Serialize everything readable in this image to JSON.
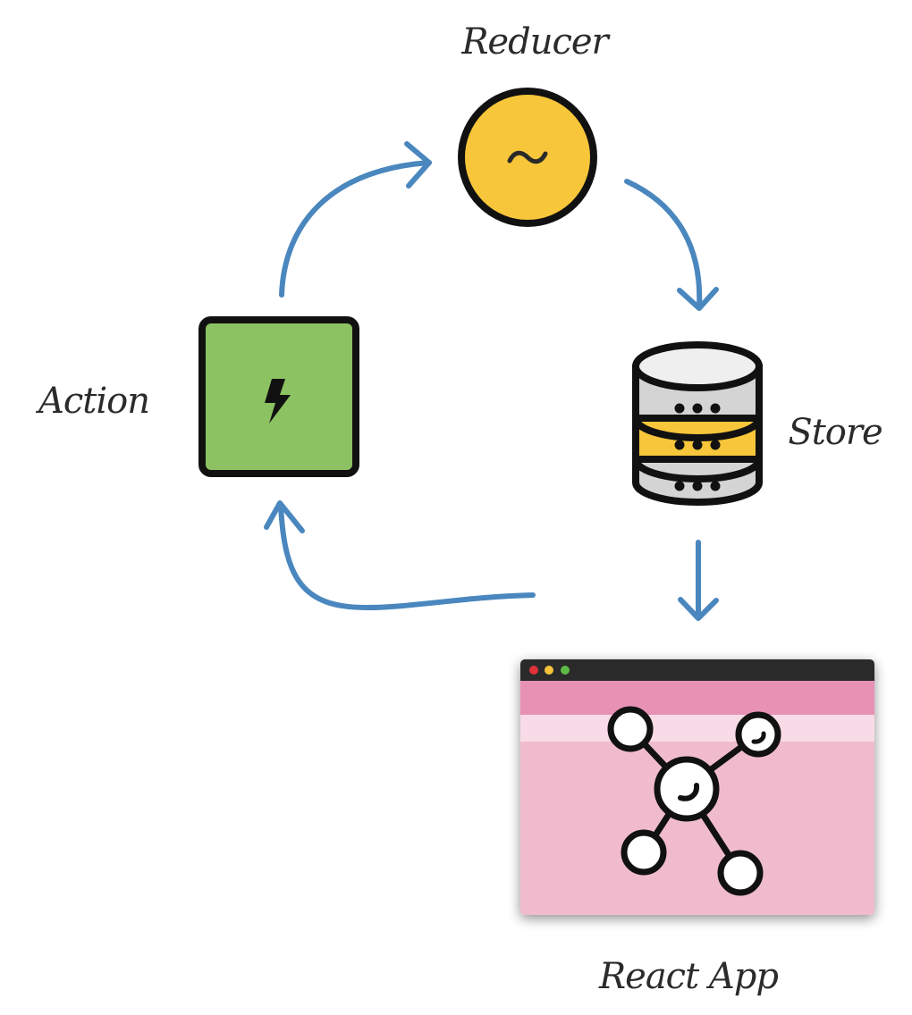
{
  "title": "Redux data flow",
  "colors": {
    "arrow": "#4a87be",
    "outline": "#111111",
    "reducer_fill": "#f7c63a",
    "action_fill": "#8cc261",
    "store_top": "#efefef",
    "store_band": "#d4d4d4",
    "store_middle": "#f7c63a",
    "window_titlebar": "#2a2a2a",
    "window_header": "#e792b4",
    "window_stripe": "#f8dbe6",
    "window_body": "#f0bccd",
    "dot_red": "#e0313a",
    "dot_yellow": "#f5c23a",
    "dot_green": "#5cb946"
  },
  "nodes": {
    "reducer": {
      "label": "Reducer",
      "icon": "tilde-icon",
      "glyph": "~"
    },
    "action": {
      "label": "Action",
      "icon": "lightning-bolt-icon"
    },
    "store": {
      "label": "Store",
      "icon": "database-icon"
    },
    "react_app": {
      "label": "React App",
      "icon": "network-graph-icon"
    }
  },
  "edges": [
    {
      "from": "Action",
      "to": "Reducer"
    },
    {
      "from": "Reducer",
      "to": "Store"
    },
    {
      "from": "Store",
      "to": "React App"
    },
    {
      "from": "React App",
      "to": "Action"
    }
  ]
}
